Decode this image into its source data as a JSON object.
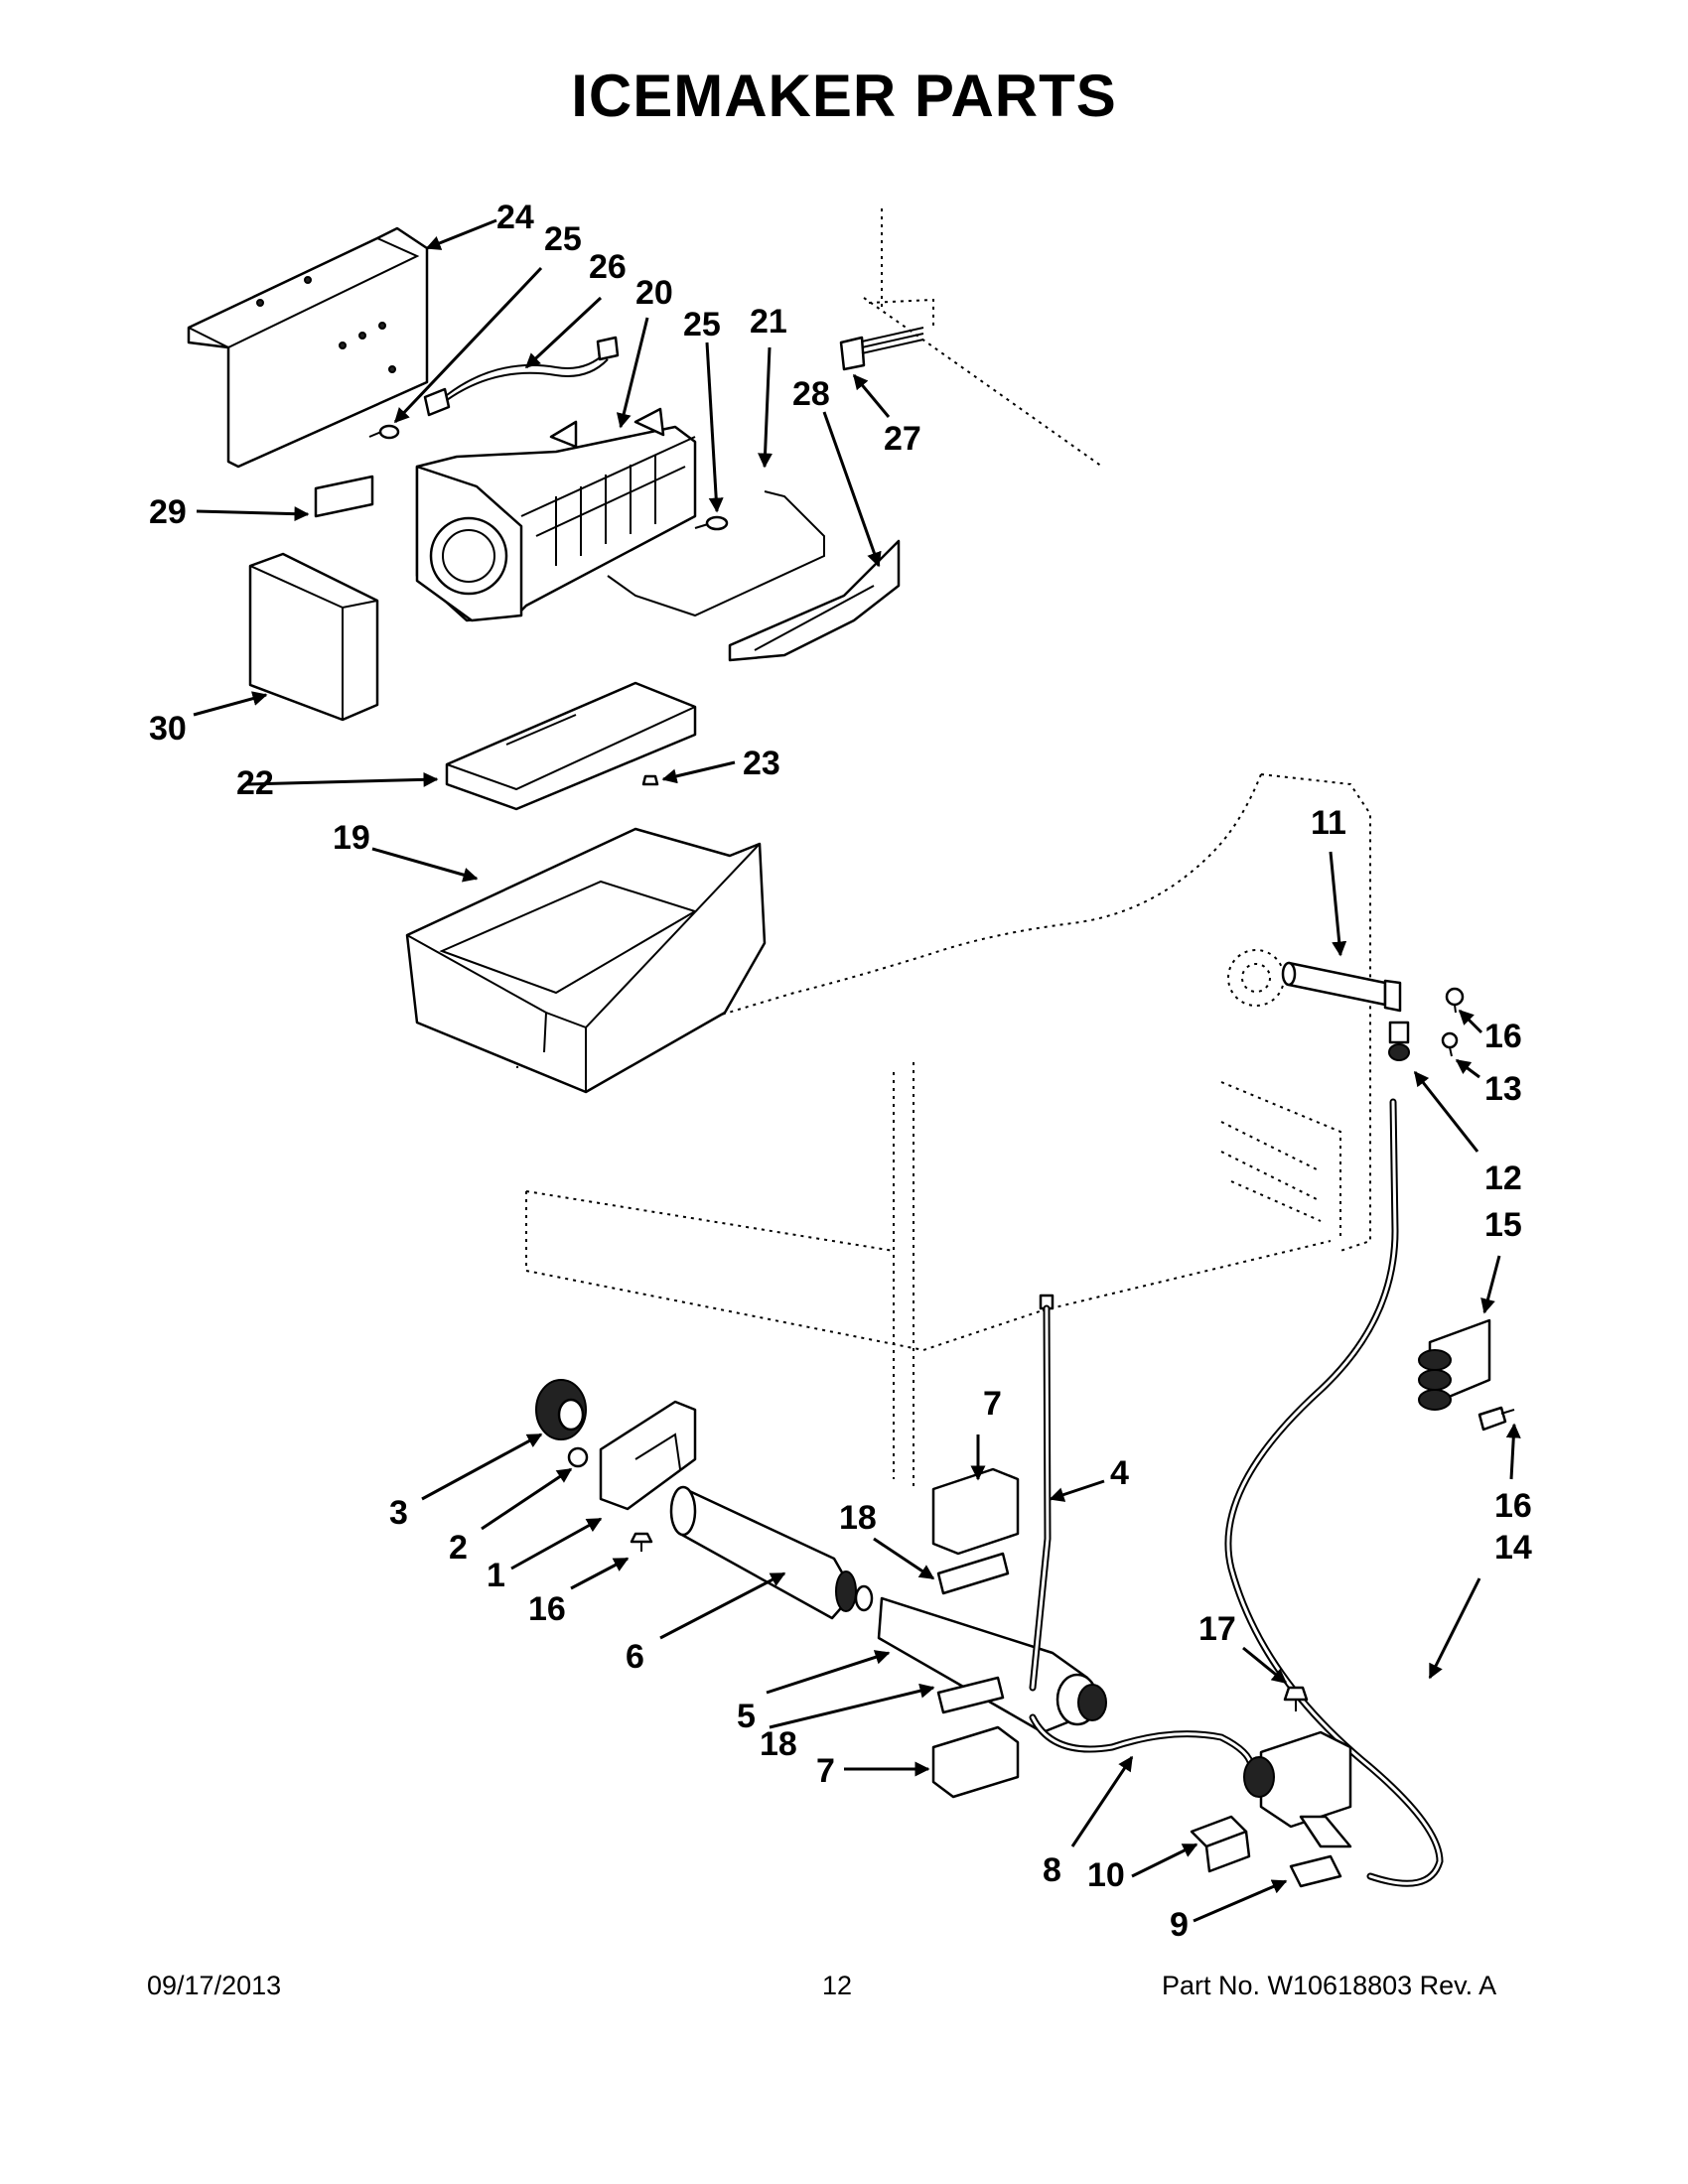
{
  "title": "ICEMAKER PARTS",
  "footer": {
    "date": "09/17/2013",
    "page": "12",
    "part_number": "Part No.  W10618803  Rev.  A"
  },
  "callouts": {
    "c1": "1",
    "c2": "2",
    "c3": "3",
    "c4": "4",
    "c5": "5",
    "c6": "6",
    "c7a": "7",
    "c7b": "7",
    "c8": "8",
    "c9": "9",
    "c10": "10",
    "c11": "11",
    "c12": "12",
    "c13": "13",
    "c14": "14",
    "c15": "15",
    "c16a": "16",
    "c16b": "16",
    "c16c": "16",
    "c17": "17",
    "c18a": "18",
    "c18b": "18",
    "c19": "19",
    "c20": "20",
    "c21": "21",
    "c22": "22",
    "c23": "23",
    "c24": "24",
    "c25a": "25",
    "c25b": "25",
    "c26": "26",
    "c27": "27",
    "c28": "28",
    "c29": "29",
    "c30": "30"
  }
}
